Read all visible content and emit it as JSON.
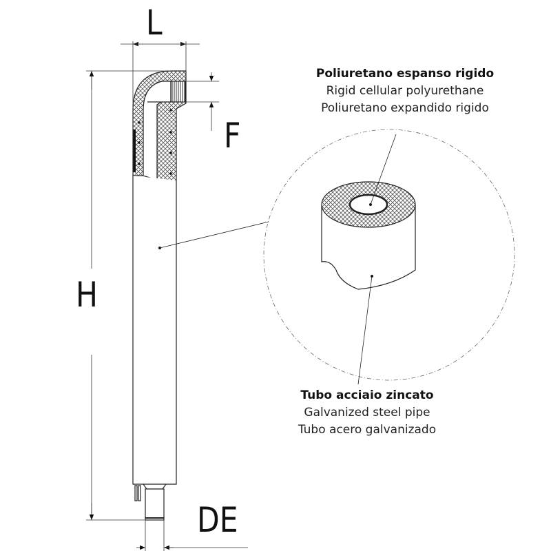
{
  "dimensions": {
    "L": "L",
    "F": "F",
    "H": "H",
    "DE": "DE"
  },
  "labels": {
    "insulation": {
      "title": "Poliuretano espanso rigido",
      "en": "Rigid cellular polyurethane",
      "es": "Poliuretano expandido rigido"
    },
    "pipe": {
      "title": "Tubo acciaio zincato",
      "en": "Galvanized steel pipe",
      "es": "Tubo acero galvanizado"
    }
  }
}
